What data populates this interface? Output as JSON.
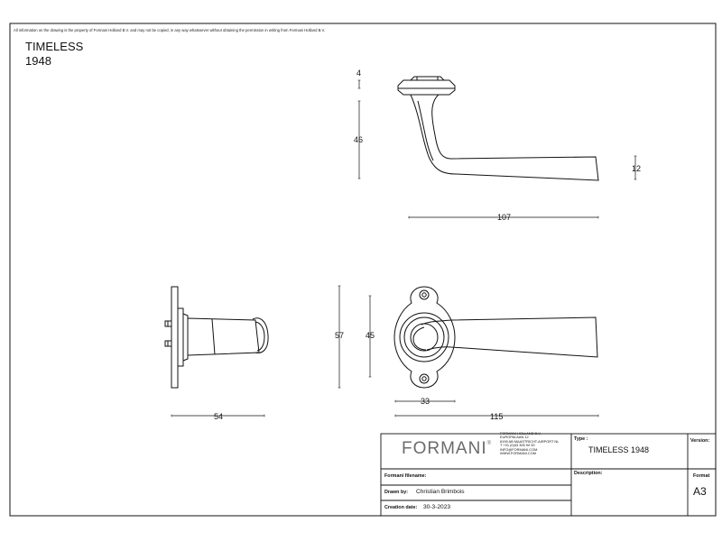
{
  "notice": "All information on the drawing is the property of Formani Holland B.V. and may not be copied, in any way whatsoever without obtaining the permission in writing from Formani Holland B.V.",
  "product": {
    "name": "TIMELESS",
    "year": "1948"
  },
  "dimensions": {
    "top_view": [
      "4",
      "46",
      "12",
      "107"
    ],
    "side_view": [
      "54"
    ],
    "front_view": [
      "57",
      "45",
      "33",
      "115"
    ]
  },
  "title_block": {
    "logo": "FORMANI",
    "logo_mark": "®",
    "address": [
      "FORMANI HOLLAND B.V.",
      "EUROPALAAN 12",
      "6199 AB MAASTRICHT-AIRPORT NL",
      "T +31 (0)43 305 90 00",
      "INFO@FORMANI.COM",
      "WWW.FORMANI.COM"
    ],
    "type_label": "Type :",
    "type_value": "TIMELESS 1948",
    "version_label": "Version:",
    "filename_label": "Formani filename:",
    "description_label": "Description:",
    "format_label": "Format",
    "format_value": "A3",
    "drawn_label": "Drawn by:",
    "drawn_value": "Christian Brimbois",
    "date_label": "Creation date:",
    "date_value": "30-3-2023"
  }
}
